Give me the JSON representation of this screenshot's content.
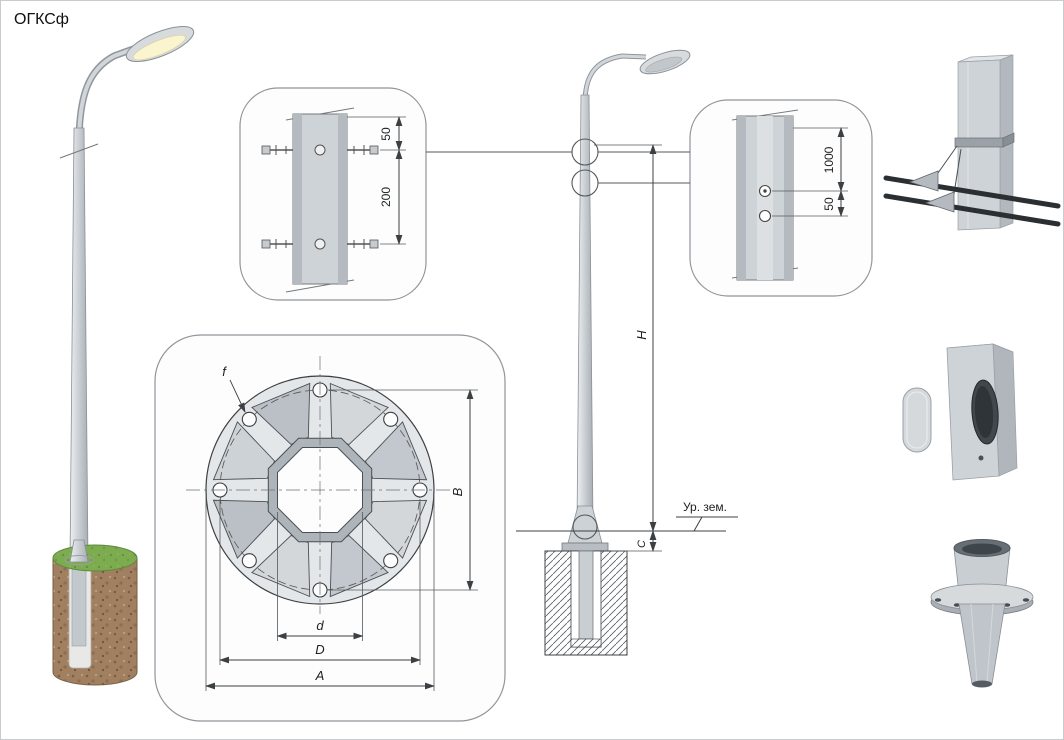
{
  "title": "ОГКСф",
  "clamp_detail": {
    "offset_top": "50",
    "spacing": "200"
  },
  "hole_detail": {
    "offset_top": "1000",
    "spacing": "50"
  },
  "elevation": {
    "height_label": "H",
    "embed_label": "C",
    "ground_label": "Ур. зем."
  },
  "flange_plan": {
    "hole_label": "f",
    "inner_dia_label": "d",
    "bolt_circle_label": "D",
    "outer_dia_label": "A",
    "bolt_span_label": "B"
  },
  "colors": {
    "pole": "#cdd2d6",
    "soil": "#a08060",
    "grass": "#7cab50",
    "line": "#3c4043"
  }
}
